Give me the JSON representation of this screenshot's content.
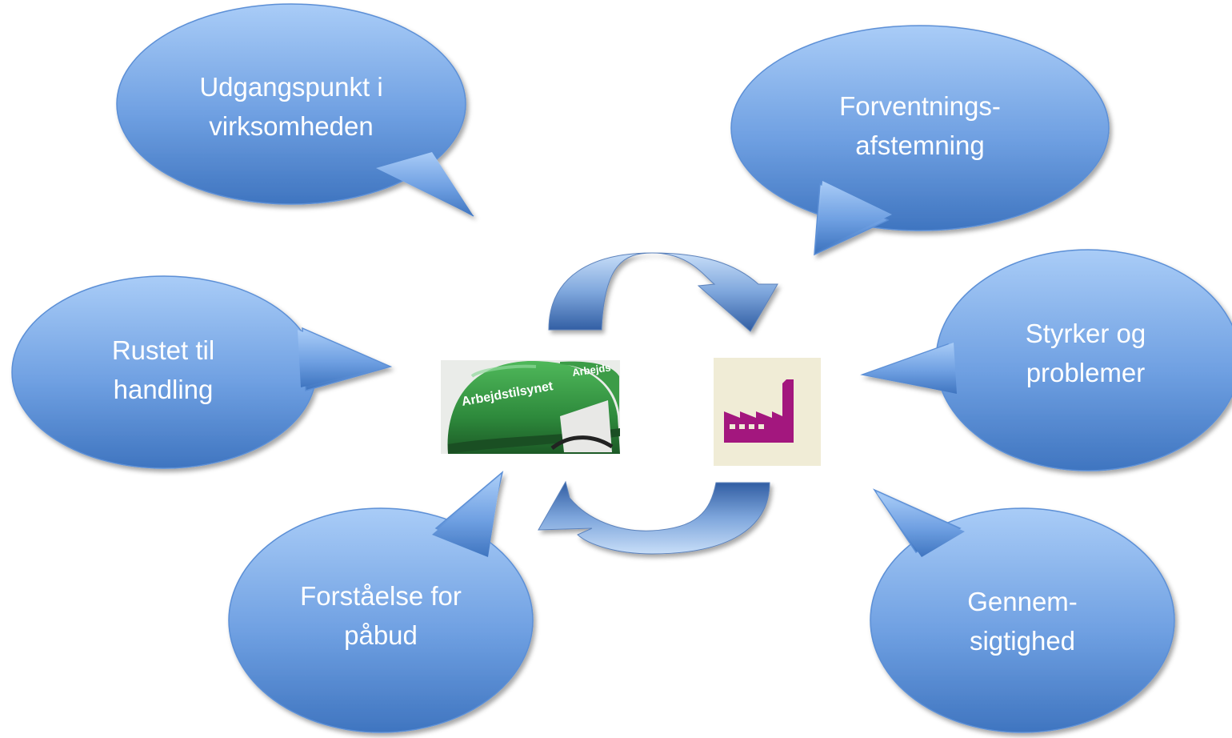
{
  "bubbles": {
    "udgangspunkt": {
      "line1": "Udgangspunkt i",
      "line2": "virksomheden"
    },
    "forventning": {
      "line1": "Forventnings-",
      "line2": "afstemning"
    },
    "rustet": {
      "line1": "Rustet til",
      "line2": "handling"
    },
    "styrker": {
      "line1": "Styrker og",
      "line2": "problemer"
    },
    "forstaaelse": {
      "line1": "Forståelse for",
      "line2": "påbud"
    },
    "gennem": {
      "line1": "Gennem-",
      "line2": "sigtighed"
    }
  },
  "helmet": {
    "label": "Arbejdstilsynet",
    "label_partial": "Arbejds"
  },
  "icons": {
    "helmet": "hard-hat-icon",
    "factory": "factory-icon",
    "arrow_top": "curved-arrow-right-icon",
    "arrow_bottom": "curved-arrow-left-icon"
  },
  "colors": {
    "bubble_light": "#a9ccf7",
    "bubble_dark": "#4176c0",
    "bubble_edge": "#5b8fd6",
    "arrow_light": "#c4dbf7",
    "arrow_dark": "#2f5da3",
    "helmet_green": "#2e8a3c",
    "factory_magenta": "#a3177e",
    "factory_bg": "#f0ecd6"
  }
}
